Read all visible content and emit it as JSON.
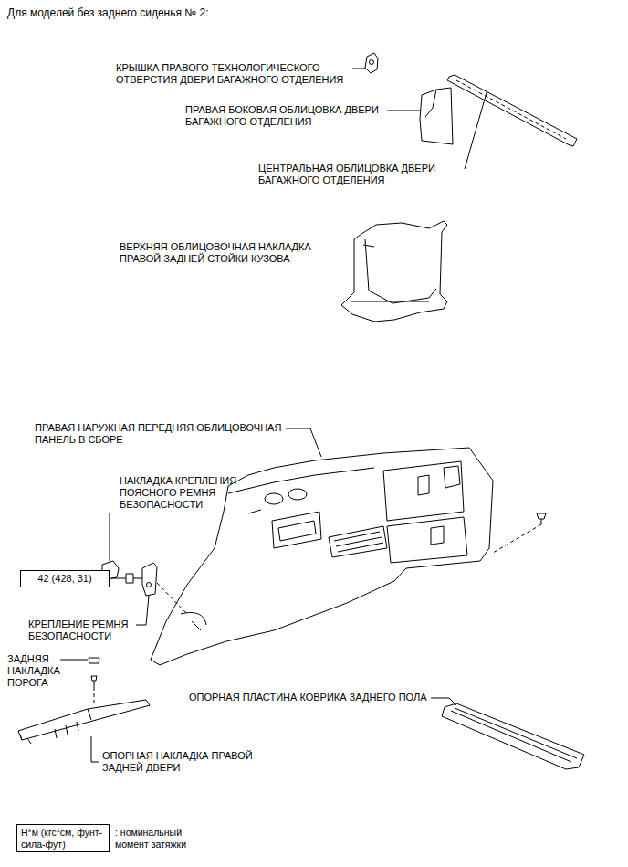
{
  "diagram": {
    "title": "Для моделей без заднего сиденья № 2:",
    "nodes": [
      {
        "text": [
          "42 (428, 31)"
        ]
      },
      {
        "text": [
          "Н*м (кгс*см, фунт-сила-фут)",
          ": номинальный момент затяжки"
        ]
      }
    ],
    "labels": [
      "КРЫШКА ПРАВОГО ТЕХНОЛОГИЧЕСКОГО ОТВЕРСТИЯ ДВЕРИ БАГАЖНОГО ОТДЕЛЕНИЯ",
      "ПРАВАЯ БОКОВАЯ ОБЛИЦОВКА ДВЕРИ БАГАЖНОГО ОТДЕЛЕНИЯ",
      "ЦЕНТРАЛЬНАЯ ОБЛИЦОВКА ДВЕРИ БАГАЖНОГО ОТДЕЛЕНИЯ",
      "ВЕРХНЯЯ ОБЛИЦОВОЧНАЯ НАКЛАДКА ПРАВОЙ ЗАДНЕЙ СТОЙКИ КУЗОВА",
      "ПРАВАЯ НАРУЖНАЯ ПЕРЕДНЯЯ ОБЛИЦОВОЧНАЯ ПАНЕЛЬ В СБОРЕ",
      "НАКЛАДКА КРЕПЛЕНИЯ ПОЯСНОГО РЕМНЯ БЕЗОПАСНОСТИ",
      "КРЕПЛЕНИЕ РЕМНЯ БЕЗОПАСНОСТИ",
      "ЗАДНЯЯ НАКЛАДКА ПОРОГА",
      "ОПОРНАЯ ПЛАСТИНА КОВРИКА ЗАДНЕГО ПОЛА",
      "ОПОРНАЯ НАКЛАДКА ПРАВОЙ ЗАДНЕЙ ДВЕРИ"
    ]
  }
}
